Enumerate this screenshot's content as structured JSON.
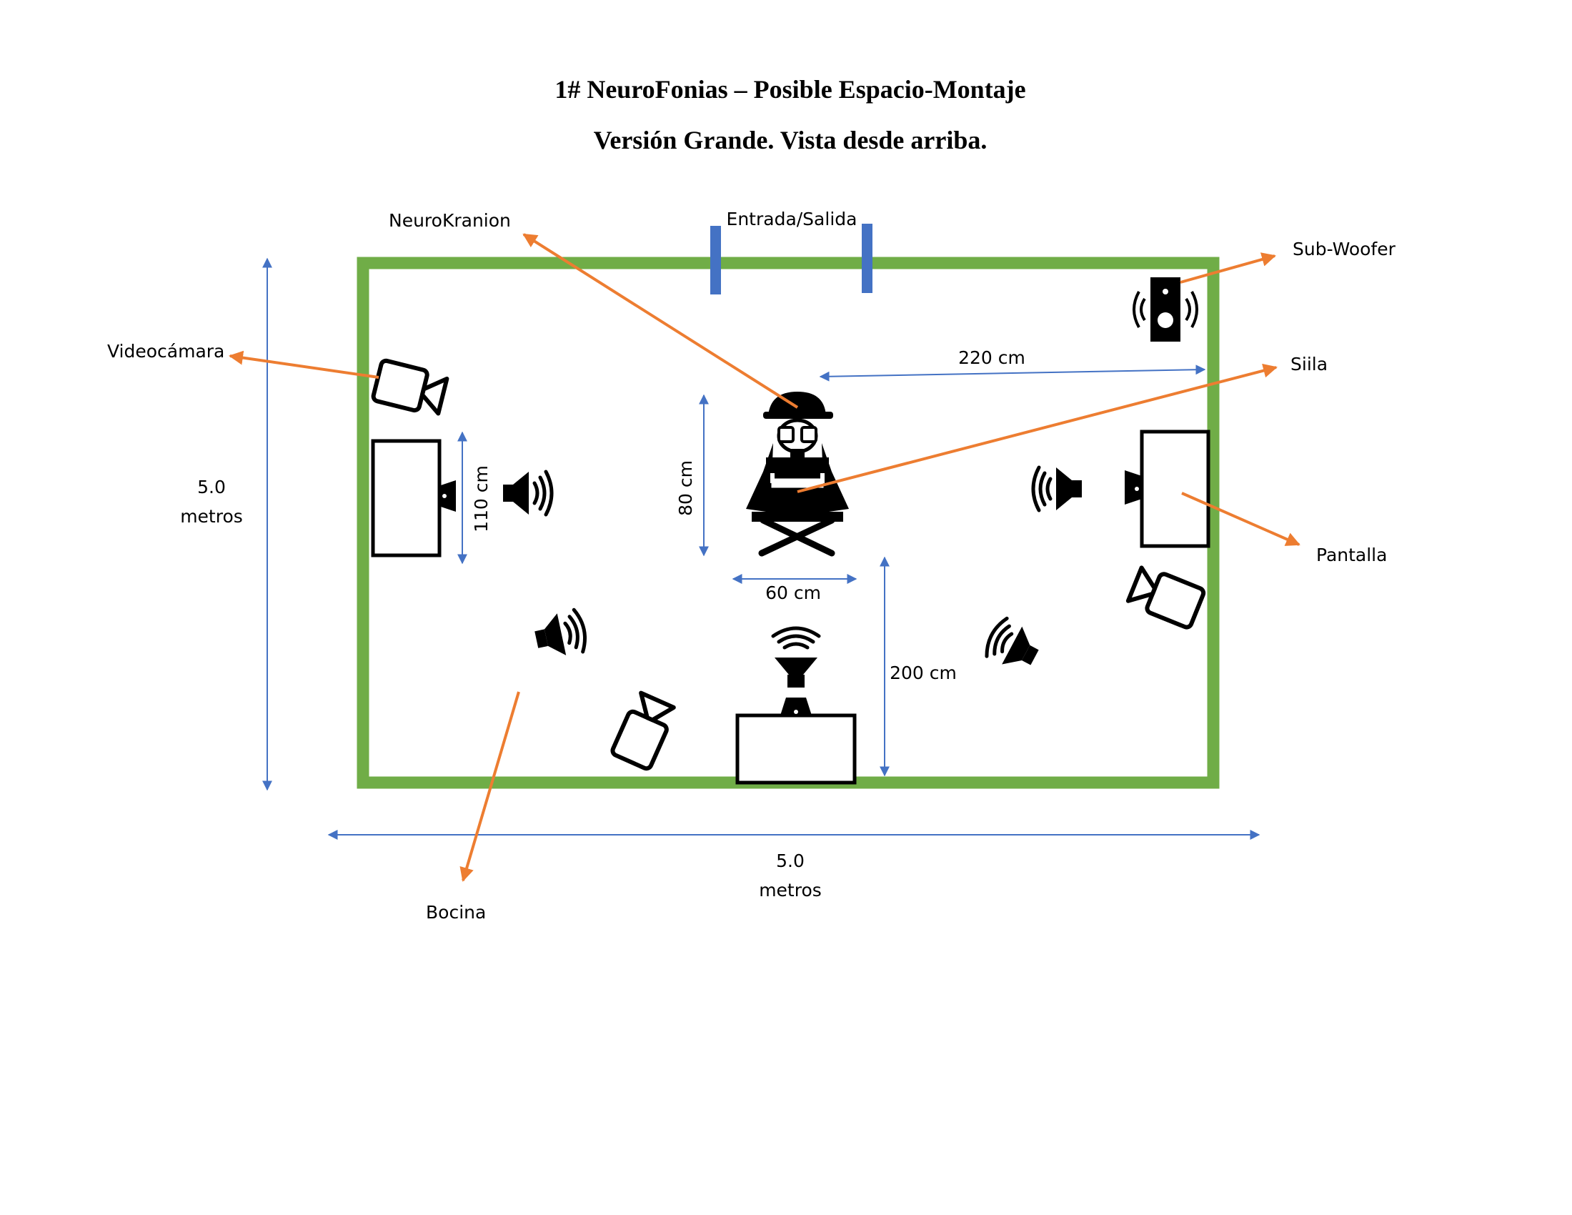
{
  "title": {
    "line1": "1# NeuroFonias – Posible Espacio-Montaje",
    "line2": "Versión Grande. Vista desde arriba."
  },
  "labels": {
    "neurokranion": "NeuroKranion",
    "entrada": "Entrada/Salida",
    "subwoofer": "Sub-Woofer",
    "videocamara": "Videocámara",
    "siila": "Siila",
    "pantalla": "Pantalla",
    "bocina": "Bocina"
  },
  "dimensions": {
    "height_value": "5.0",
    "height_unit": "metros",
    "width_value": "5.0",
    "width_unit": "metros",
    "d220": "220 cm",
    "d110": "110 cm",
    "d80": "80 cm",
    "d60": "60 cm",
    "d200": "200 cm"
  },
  "colors": {
    "wall": "#70ad47",
    "dimension": "#4472c4",
    "door": "#4472c4",
    "pointer": "#ed7d31",
    "icon": "#000000"
  },
  "icons": [
    "video-camera-icon",
    "speaker-icon",
    "subwoofer-icon",
    "monitor-icon",
    "chair-icon",
    "person-helmet-icon",
    "horn-speaker-icon"
  ]
}
